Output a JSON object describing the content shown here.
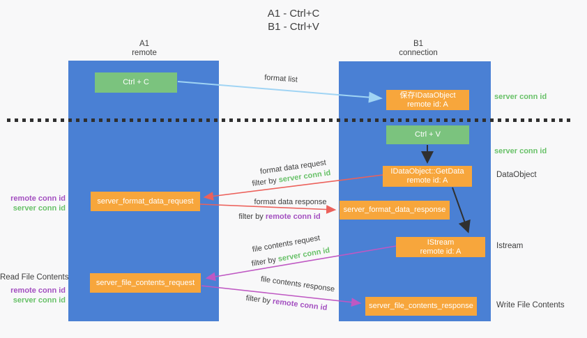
{
  "colors": {
    "background": "#f8f8f9",
    "lane_blue": "#4a80d4",
    "box_green": "#7bc37e",
    "box_orange": "#f7a63c",
    "arrow_light_blue": "#a0d4f4",
    "arrow_red": "#ec615b",
    "arrow_magenta": "#bf58c3",
    "arrow_black": "#303030",
    "text_dark": "#3d3d3d",
    "id_green": "#68c168",
    "id_purple": "#a34fc0",
    "dashed_line": "#2f2f2f"
  },
  "title": {
    "line1": "A1 - Ctrl+C",
    "line2": "B1 - Ctrl+V"
  },
  "lanes": {
    "a1": {
      "name": "A1",
      "role": "remote"
    },
    "b1": {
      "name": "B1",
      "role": "connection"
    }
  },
  "nodes": {
    "ctrl_c": {
      "label": "Ctrl + C"
    },
    "save_idataobject": {
      "line1": "保存IDataObject",
      "line2": "remote id: A"
    },
    "ctrl_v": {
      "label": "Ctrl + V"
    },
    "idataobject_getdata": {
      "line1": "IDataObject::GetData",
      "line2": "remote id: A"
    },
    "server_format_data_request": {
      "label": "server_format_data_request"
    },
    "server_format_data_response": {
      "label": "server_format_data_response"
    },
    "istream": {
      "line1": "IStream",
      "line2": "remote id: A"
    },
    "server_file_contents_request": {
      "label": "server_file_contents_request"
    },
    "server_file_contents_response": {
      "label": "server_file_contents_response"
    }
  },
  "edges": {
    "format_list": {
      "label": "format list"
    },
    "format_data_request": {
      "label": "format data request",
      "filter_prefix": "filter by",
      "filter_id": "server conn id"
    },
    "format_data_response": {
      "label": "format data response",
      "filter_prefix": "filter by",
      "filter_id": "remote conn id"
    },
    "file_contents_request": {
      "label": "file contents request",
      "filter_prefix": "filter by",
      "filter_id": "server conn id"
    },
    "file_contents_response": {
      "label": "file contents response",
      "filter_prefix": "filter by",
      "filter_id": "remote conn id"
    }
  },
  "annotations": {
    "right_server_conn_top": "server conn id",
    "right_server_conn_mid": "server conn id",
    "dataobject": "DataObject",
    "istream": "Istream",
    "write_file_contents": "Write File Contents",
    "left_remote_conn_mid": "remote conn id",
    "left_server_conn_mid": "server conn id",
    "read_file_contents": "Read File Contents",
    "left_remote_conn_bottom": "remote conn id",
    "left_server_conn_bottom": "server conn id"
  }
}
